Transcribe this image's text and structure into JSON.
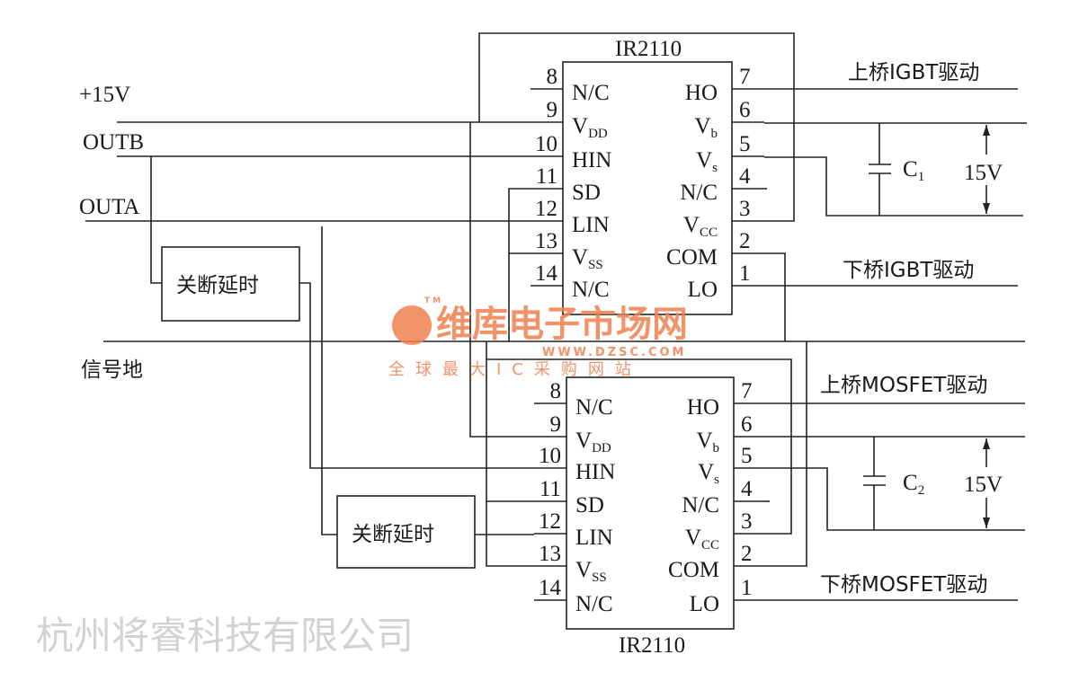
{
  "inputs": {
    "supply": "+15V",
    "outb": "OUTB",
    "outa": "OUTA",
    "ground": "信号地"
  },
  "delay_boxes": [
    "关断延时",
    "关断延时"
  ],
  "ic_top": {
    "name": "IR2110",
    "left_pins": [
      {
        "num": "8",
        "label": "N/C"
      },
      {
        "num": "9",
        "label": "V",
        "sub": "DD"
      },
      {
        "num": "10",
        "label": "HIN"
      },
      {
        "num": "11",
        "label": "SD"
      },
      {
        "num": "12",
        "label": "LIN"
      },
      {
        "num": "13",
        "label": "V",
        "sub": "SS"
      },
      {
        "num": "14",
        "label": "N/C"
      }
    ],
    "right_pins": [
      {
        "num": "7",
        "label": "HO"
      },
      {
        "num": "6",
        "label": "V",
        "sub": "b"
      },
      {
        "num": "5",
        "label": "V",
        "sub": "s"
      },
      {
        "num": "4",
        "label": "N/C"
      },
      {
        "num": "3",
        "label": "V",
        "sub": "CC"
      },
      {
        "num": "2",
        "label": "COM"
      },
      {
        "num": "1",
        "label": "LO"
      }
    ]
  },
  "ic_bottom": {
    "name": "IR2110"
  },
  "outputs": {
    "top_high": "上桥IGBT驱动",
    "top_low": "下桥IGBT驱动",
    "bottom_high": "上桥MOSFET驱动",
    "bottom_low": "下桥MOSFET驱动"
  },
  "capacitors": [
    {
      "name": "C",
      "sub": "1",
      "voltage": "15V"
    },
    {
      "name": "C",
      "sub": "2",
      "voltage": "15V"
    }
  ],
  "watermark": {
    "company": "杭州将睿科技有限公司",
    "brand": "维库电子市场网",
    "url": "WWW.DZSC.COM",
    "slogan": "全球最大IC采购网站",
    "tm": "TM"
  }
}
